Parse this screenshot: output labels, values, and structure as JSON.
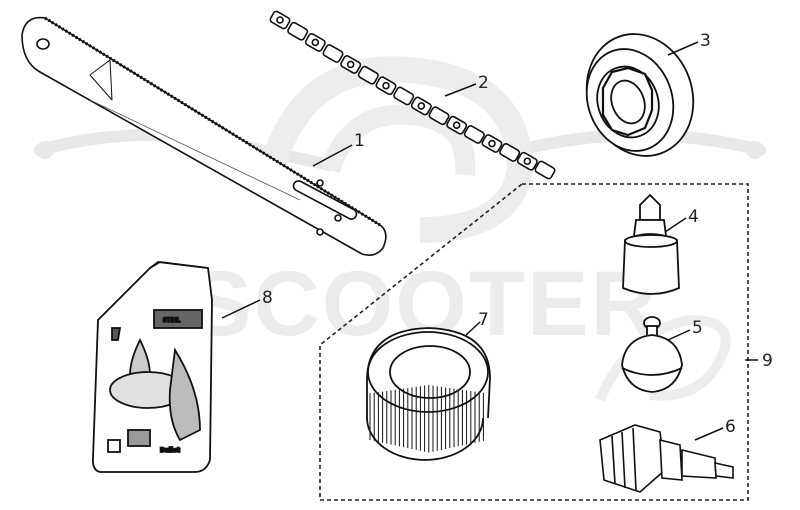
{
  "watermark": {
    "text": "SCOOTER"
  },
  "parts": [
    {
      "number": "1",
      "name": "guide-bar"
    },
    {
      "number": "2",
      "name": "saw-chain"
    },
    {
      "number": "3",
      "name": "sprocket-drum"
    },
    {
      "number": "4",
      "name": "fuel-filter"
    },
    {
      "number": "5",
      "name": "primer-bulb"
    },
    {
      "number": "6",
      "name": "spark-plug"
    },
    {
      "number": "7",
      "name": "air-filter"
    },
    {
      "number": "8",
      "name": "oil-bottle"
    },
    {
      "number": "9",
      "name": "kit-group"
    }
  ],
  "oil_bottle": {
    "brand": "STIHL",
    "volume": "Bullet"
  },
  "colors": {
    "line": "#111111",
    "watermark": "#e6e6e6",
    "kit_box": "#222222"
  }
}
